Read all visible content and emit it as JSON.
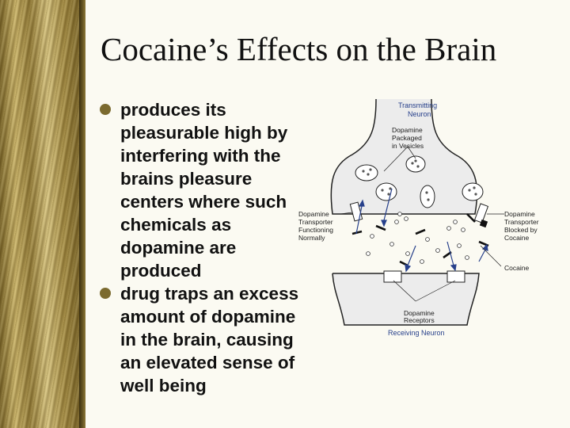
{
  "slide": {
    "title": "Cocaine’s Effects on the Brain",
    "bullets": [
      "produces its pleasurable high by interfering with the brains pleasure centers where such chemicals as dopamine are produced",
      "drug traps an excess amount of dopamine in the brain, causing an elevated sense of well being"
    ]
  },
  "diagram": {
    "transmitting_neuron": [
      "Transmitting",
      "Neuron"
    ],
    "dopamine_packaged": [
      "Dopamine",
      "Packaged",
      "in Vesicles"
    ],
    "transporter_functioning": [
      "Dopamine",
      "Transporter",
      "Functioning",
      "Normally"
    ],
    "transporter_blocked": [
      "Dopamine",
      "Transporter",
      "Blocked by",
      "Cocaine"
    ],
    "cocaine": "Cocaine",
    "dopamine_receptors": [
      "Dopamine",
      "Receptors"
    ],
    "receiving_neuron": "Receiving Neuron",
    "colors": {
      "label_blue": "#27408b",
      "accent_gold": "#7b6a2f"
    }
  }
}
